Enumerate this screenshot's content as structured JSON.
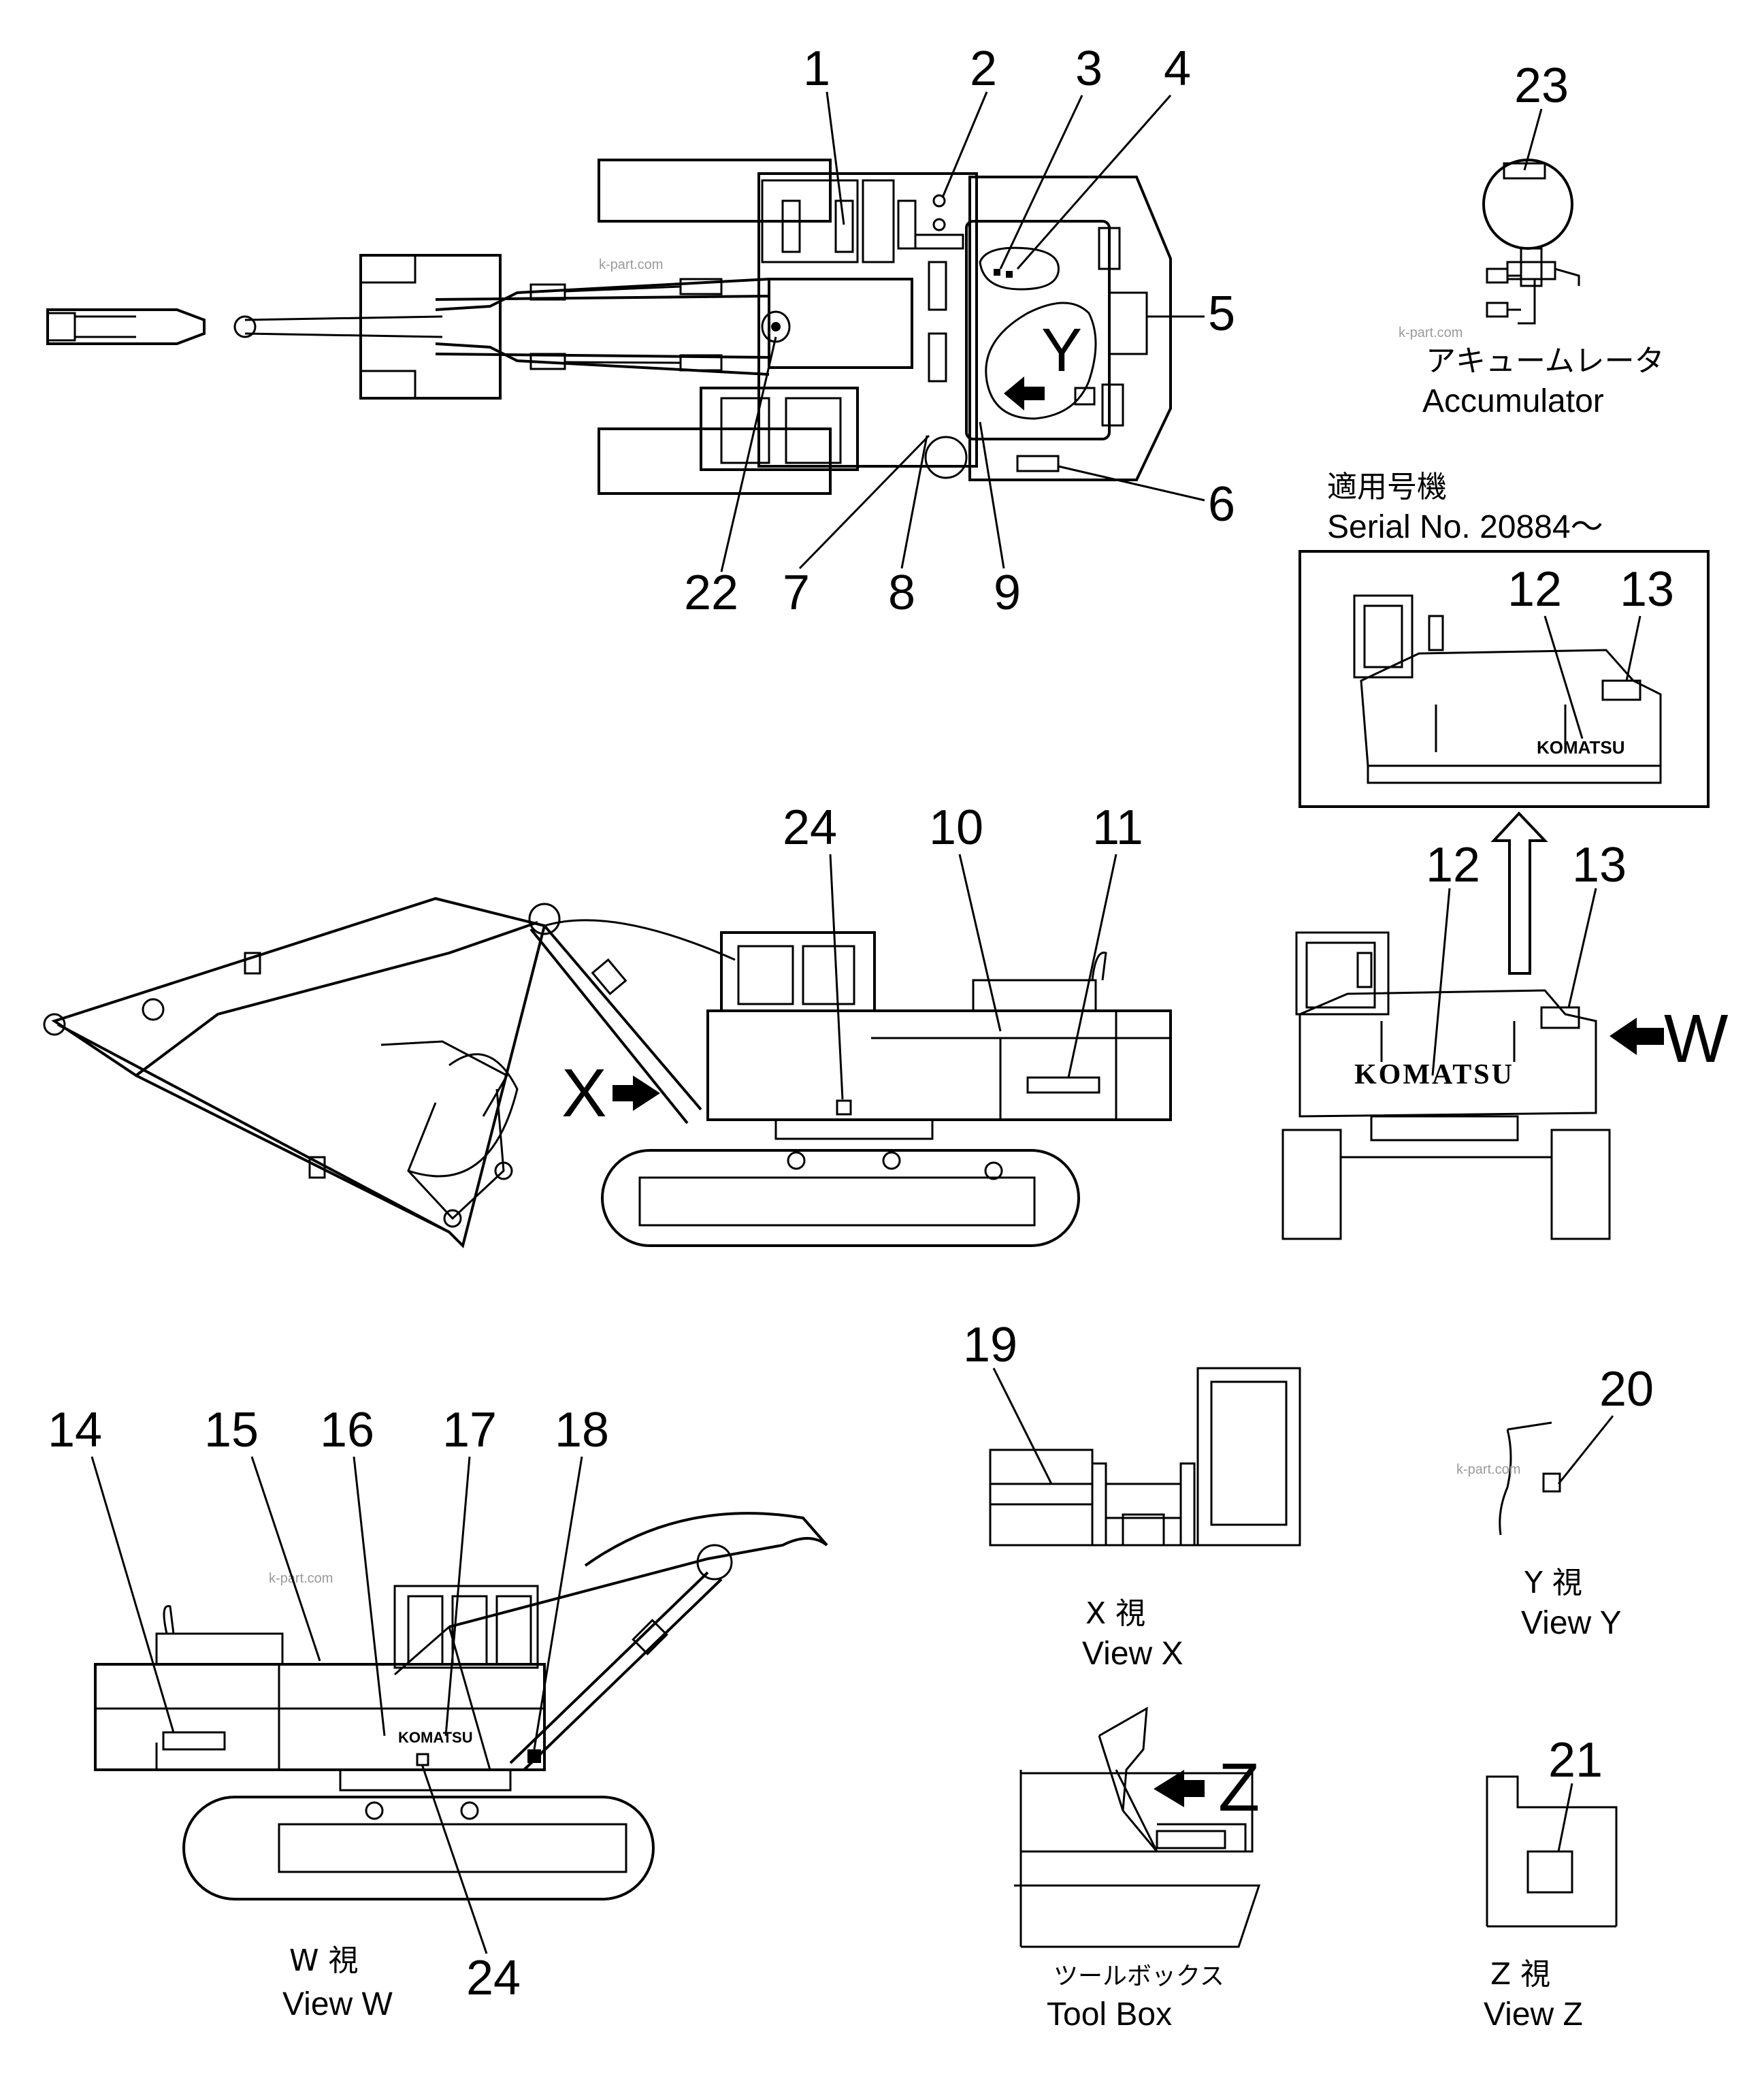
{
  "callouts": [
    "1",
    "2",
    "3",
    "4",
    "5",
    "6",
    "7",
    "8",
    "9",
    "10",
    "11",
    "12",
    "13",
    "14",
    "15",
    "16",
    "17",
    "18",
    "19",
    "20",
    "21",
    "22",
    "23",
    "24"
  ],
  "top_view": {
    "view_letter": "Y"
  },
  "accumulator": {
    "jp": "アキュームレータ",
    "en": "Accumulator"
  },
  "serial": {
    "jp": "適用号機",
    "en": "Serial  No.  20884～"
  },
  "brand": "KOMATSU",
  "brand_small": "KOMATSU",
  "brand_w": "KOMATSU",
  "arrows": {
    "x": "X",
    "w": "W",
    "z": "Z"
  },
  "views": {
    "w": {
      "jp": "W  視",
      "en": "View  W"
    },
    "x": {
      "jp": "X  視",
      "en": "View  X"
    },
    "y": {
      "jp": "Y  視",
      "en": "View  Y"
    },
    "z": {
      "jp": "Z  視",
      "en": "View  Z"
    },
    "toolbox": {
      "jp": "ツールボックス",
      "en": "Tool  Box"
    }
  },
  "watermark": "k-part.com"
}
